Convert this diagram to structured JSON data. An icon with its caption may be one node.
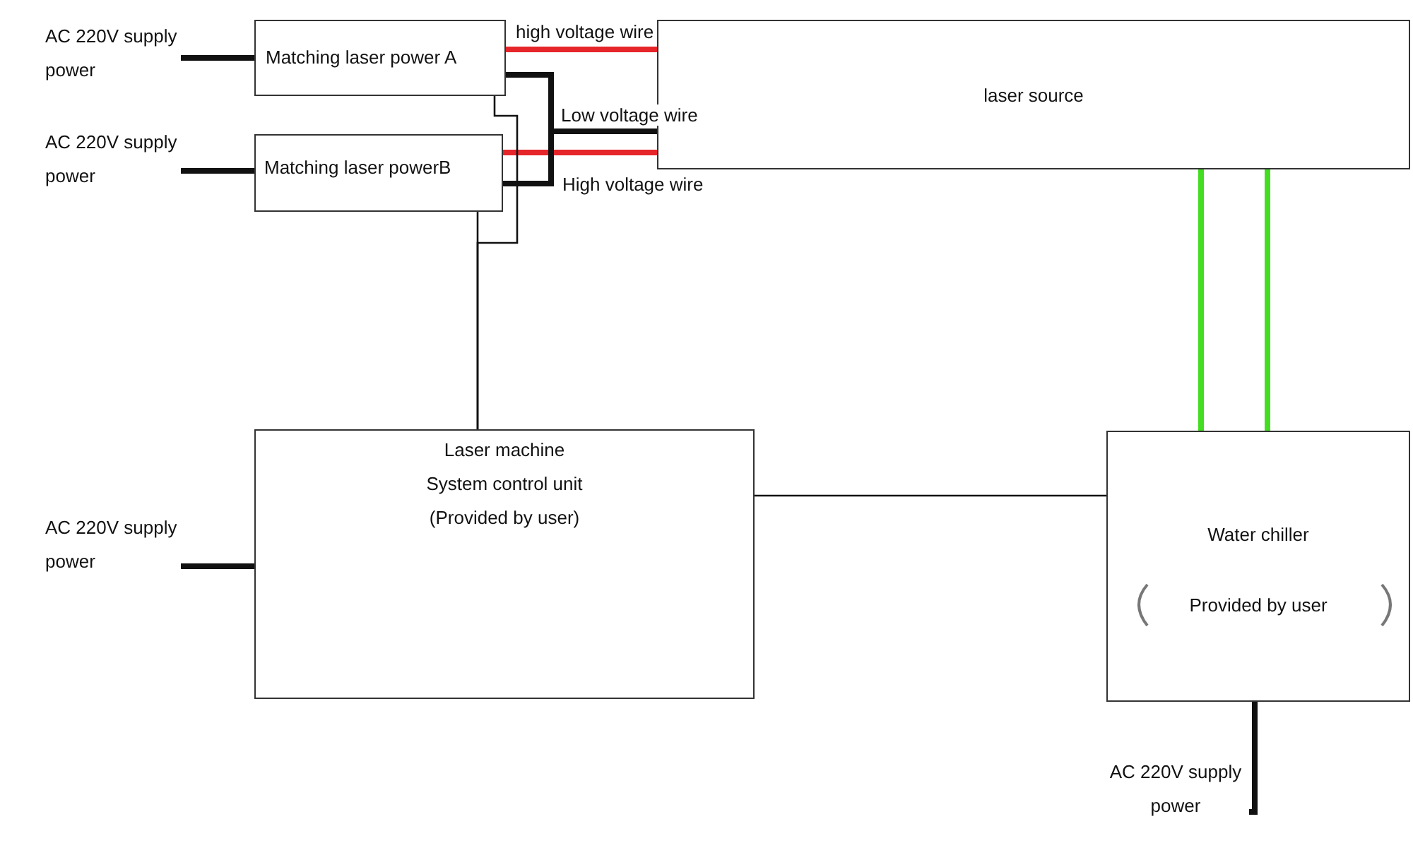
{
  "diagram": {
    "nodes": [
      {
        "text": [
          "AC 220V supply power"
        ]
      },
      {
        "text": [
          "Matching laser power A"
        ]
      },
      {
        "text": [
          "AC 220V supply power"
        ]
      },
      {
        "text": [
          "Matching laser powerB"
        ]
      },
      {
        "text": [
          "laser source"
        ]
      },
      {
        "text": [
          "Laser machine",
          "System control unit",
          "(Provided by user)"
        ]
      },
      {
        "text": [
          "AC 220V supply power"
        ]
      },
      {
        "text": [
          "Water chiller",
          "Provided by user"
        ]
      },
      {
        "text": [
          "AC 220V supply power"
        ]
      }
    ],
    "edges": [
      {
        "from": 0,
        "to": 1,
        "arrow": "none"
      },
      {
        "from": 1,
        "to": 4,
        "arrow": "none",
        "color": "#e5252a",
        "label": "high voltage wire"
      },
      {
        "from": 3,
        "to": 4,
        "arrow": "none",
        "color": "#e5252a",
        "label": "High voltage wire"
      },
      {
        "from": 1,
        "to": 4,
        "arrow": "none",
        "label": "Low voltage wire"
      },
      {
        "from": 3,
        "to": 4,
        "arrow": "none"
      },
      {
        "from": 4,
        "to": 7,
        "arrow": "none",
        "color": "#44dd22"
      },
      {
        "from": 4,
        "to": 7,
        "arrow": "none",
        "color": "#44dd22"
      },
      {
        "from": 1,
        "to": 5,
        "arrow": "none"
      },
      {
        "from": 3,
        "to": 5,
        "arrow": "none"
      },
      {
        "from": 5,
        "to": 7,
        "arrow": "none"
      },
      {
        "from": 2,
        "to": 3,
        "arrow": "none"
      },
      {
        "from": 6,
        "to": 5,
        "arrow": "none"
      },
      {
        "from": 8,
        "to": 7,
        "arrow": "none"
      }
    ]
  }
}
